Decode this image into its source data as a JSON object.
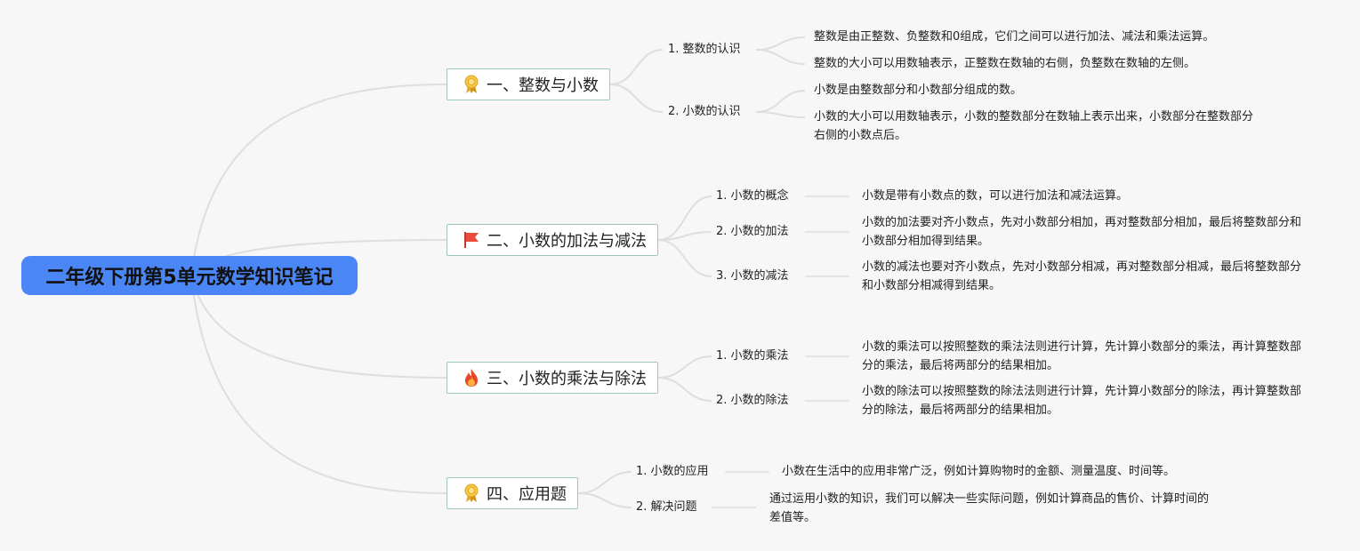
{
  "root": {
    "label": "二年级下册第5单元数学知识笔记"
  },
  "branches": [
    {
      "label": "一、整数与小数",
      "icon": "award-icon",
      "children": [
        {
          "label": "1. 整数的认识",
          "leaves": [
            "整数是由正整数、负整数和0组成，它们之间可以进行加法、减法和乘法运算。",
            "整数的大小可以用数轴表示，正整数在数轴的右侧，负整数在数轴的左侧。"
          ]
        },
        {
          "label": "2. 小数的认识",
          "leaves": [
            "小数是由整数部分和小数部分组成的数。",
            "小数的大小可以用数轴表示，小数的整数部分在数轴上表示出来，小数部分在整数部分右侧的小数点后。"
          ]
        }
      ]
    },
    {
      "label": "二、小数的加法与减法",
      "icon": "flag-icon",
      "children": [
        {
          "label": "1. 小数的概念",
          "leaves": [
            "小数是带有小数点的数，可以进行加法和减法运算。"
          ]
        },
        {
          "label": "2. 小数的加法",
          "leaves": [
            "小数的加法要对齐小数点，先对小数部分相加，再对整数部分相加，最后将整数部分和小数部分相加得到结果。"
          ]
        },
        {
          "label": "3. 小数的减法",
          "leaves": [
            "小数的减法也要对齐小数点，先对小数部分相减，再对整数部分相减，最后将整数部分和小数部分相减得到结果。"
          ]
        }
      ]
    },
    {
      "label": "三、小数的乘法与除法",
      "icon": "fire-icon",
      "children": [
        {
          "label": "1. 小数的乘法",
          "leaves": [
            "小数的乘法可以按照整数的乘法法则进行计算，先计算小数部分的乘法，再计算整数部分的乘法，最后将两部分的结果相加。"
          ]
        },
        {
          "label": "2. 小数的除法",
          "leaves": [
            "小数的除法可以按照整数的除法法则进行计算，先计算小数部分的除法，再计算整数部分的除法，最后将两部分的结果相加。"
          ]
        }
      ]
    },
    {
      "label": "四、应用题",
      "icon": "award-icon",
      "children": [
        {
          "label": "1. 小数的应用",
          "leaves": [
            "小数在生活中的应用非常广泛，例如计算购物时的金额、测量温度、时间等。"
          ]
        },
        {
          "label": "2. 解决问题",
          "leaves": [
            "通过运用小数的知识，我们可以解决一些实际问题，例如计算商品的售价、计算时间的差值等。"
          ]
        }
      ]
    }
  ],
  "colors": {
    "root_bg": "#4a86f5",
    "branch_border": "#9ec9ba",
    "connector": "#dedede",
    "background": "#f7f7f7"
  }
}
